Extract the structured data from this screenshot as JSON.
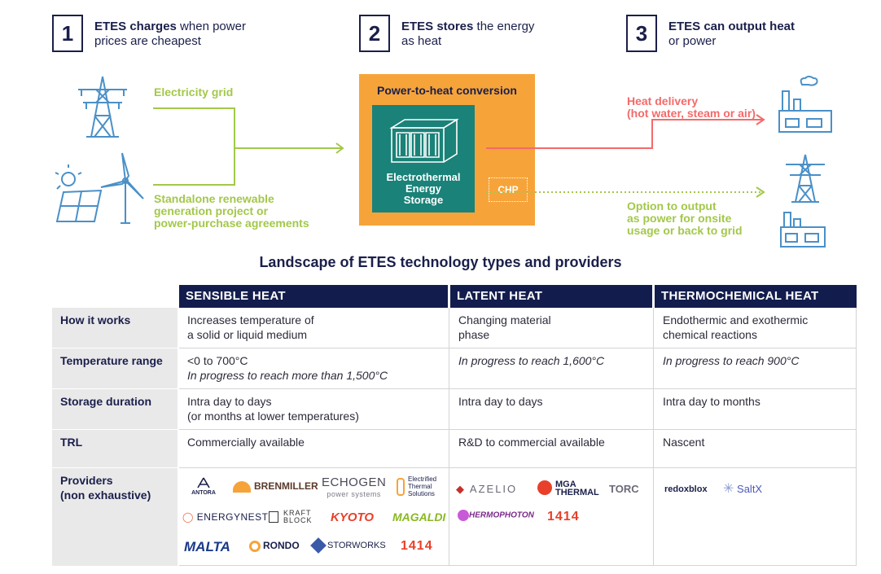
{
  "steps": [
    {
      "num": "1",
      "bold": "ETES charges",
      "rest1": " when power",
      "line2": "prices are cheapest"
    },
    {
      "num": "2",
      "bold": "ETES stores",
      "rest1": " the energy",
      "line2": "as heat"
    },
    {
      "num": "3",
      "bold": "ETES can output heat",
      "rest1": "",
      "line2": "or power"
    }
  ],
  "inputs": {
    "grid_label": "Electricity grid",
    "renewable_l1": "Standalone renewable",
    "renewable_l2": "generation project or",
    "renewable_l3": "power-purchase agreements"
  },
  "conversion": {
    "title": "Power-to-heat conversion",
    "storage_l1": "Electrothermal",
    "storage_l2": "Energy",
    "storage_l3": "Storage",
    "chp": "CHP"
  },
  "outputs": {
    "heat_l1": "Heat delivery",
    "heat_l2": "(hot water, steam or air)",
    "power_l1": "Option to output",
    "power_l2": "as power for onsite",
    "power_l3": "usage or back to grid"
  },
  "landscape_title": "Landscape of ETES technology types and providers",
  "table": {
    "headers": [
      "SENSIBLE HEAT",
      "LATENT HEAT",
      "THERMOCHEMICAL HEAT"
    ],
    "rows": [
      {
        "label": "How it works",
        "sensible_l1": "Increases temperature of",
        "sensible_l2": "a solid or liquid medium",
        "latent_l1": "Changing material",
        "latent_l2": "phase",
        "thermo_l1": "Endothermic and exothermic",
        "thermo_l2": "chemical reactions"
      },
      {
        "label": "Temperature range",
        "sensible_l1": "<0 to 700°C",
        "sensible_l2": "In progress to reach more than 1,500°C",
        "latent_l1": "In progress to reach 1,600°C",
        "thermo_l1": "In progress to reach 900°C"
      },
      {
        "label": "Storage duration",
        "sensible_l1": "Intra day to days",
        "sensible_l2": "(or months at lower temperatures)",
        "latent_l1": "Intra day to days",
        "thermo_l1": "Intra day to months"
      },
      {
        "label": "TRL",
        "sensible_l1": "Commercially available",
        "latent_l1": "R&D to commercial available",
        "thermo_l1": "Nascent"
      },
      {
        "label_l1": "Providers",
        "label_l2": "(non exhaustive)"
      }
    ]
  },
  "providers": {
    "sensible": [
      "ANTORA",
      "BRENMILLER",
      "ECHOGEN",
      "power systems",
      "Electrified",
      "Thermal",
      "Solutions",
      "ENERGYNEST",
      "KRAFT",
      "BLOCK",
      "KYOTO",
      "MAGALDI",
      "MALTA",
      "RONDO",
      "STORWORKS",
      "1414"
    ],
    "latent": [
      "AZELIO",
      "MGA",
      "THERMAL",
      "TORC",
      "HERMOPHOTON",
      "1414"
    ],
    "thermo": [
      "redoxblox",
      "SaltX"
    ]
  },
  "colors": {
    "navy": "#131d4d",
    "green": "#a3c84a",
    "red": "#f46a6a",
    "orange": "#f6a43a",
    "teal": "#1a8278",
    "blue_icon": "#4a90c8"
  }
}
